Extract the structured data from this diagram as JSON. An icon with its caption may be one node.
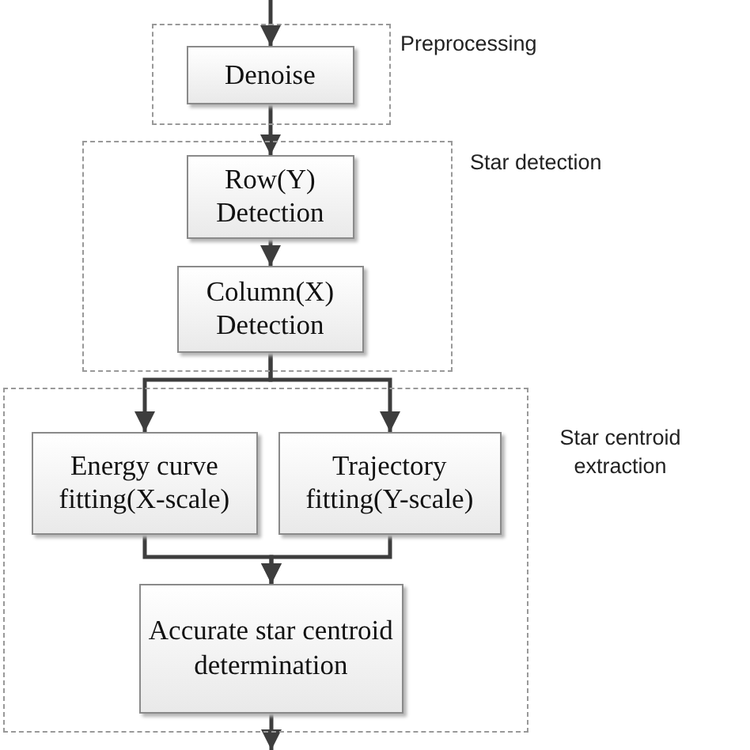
{
  "diagram": {
    "nodes": [
      {
        "text": [
          "Preprocessing"
        ]
      },
      {
        "text": [
          "Denoise"
        ],
        "in": 0
      },
      {
        "text": [
          "Star detection"
        ]
      },
      {
        "text": [
          "Row(Y) Detection"
        ],
        "in": 2
      },
      {
        "text": [
          "Column(X) Detection"
        ],
        "in": 2
      },
      {
        "text": [
          "Star centroid extraction"
        ]
      },
      {
        "text": [
          "Energy curve fitting(X-scale)"
        ],
        "in": 5
      },
      {
        "text": [
          "Trajectory fitting(Y-scale)"
        ],
        "in": 5
      },
      {
        "text": [
          "Accurate star centroid determination"
        ],
        "in": 5
      }
    ],
    "edges": [
      {
        "from": null,
        "to": 1,
        "arrow": "to"
      },
      {
        "from": 1,
        "to": 3,
        "arrow": "to"
      },
      {
        "from": 3,
        "to": 4,
        "arrow": "to"
      },
      {
        "from": 4,
        "to": 6,
        "arrow": "to"
      },
      {
        "from": 4,
        "to": 7,
        "arrow": "to"
      },
      {
        "from": 6,
        "to": 8,
        "arrow": "to"
      },
      {
        "from": 7,
        "to": 8,
        "arrow": "to"
      },
      {
        "from": 8,
        "to": null,
        "arrow": "to"
      }
    ]
  }
}
